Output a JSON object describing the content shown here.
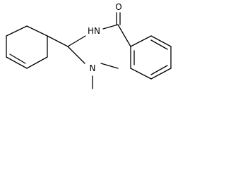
{
  "diagram": {
    "type": "chemical-structure",
    "atoms": {
      "oxygen": "O",
      "nh": "HN",
      "n_methyl": "N"
    }
  }
}
